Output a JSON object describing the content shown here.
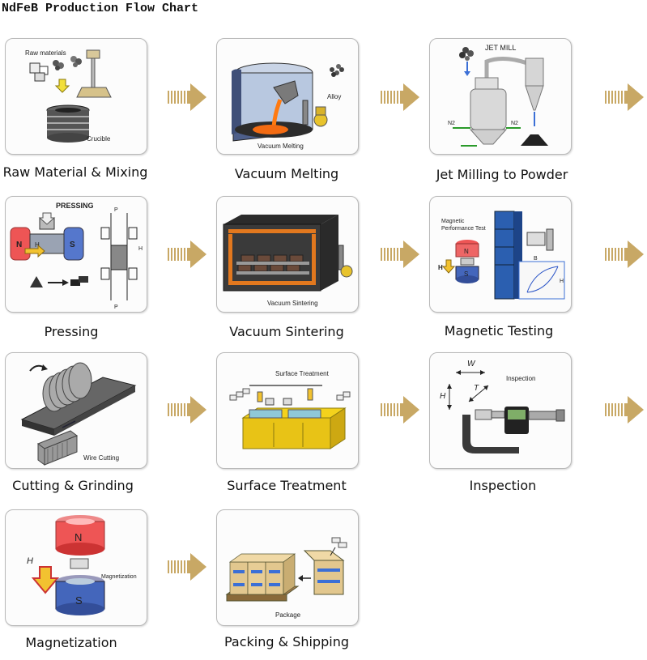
{
  "title": "NdFeB Production Flow Chart",
  "colors": {
    "arrow": "#c8a865",
    "card_border": "#b9b9b9"
  },
  "steps": [
    {
      "label": "Raw Material & Mixing",
      "card_texts": [
        "Raw materials",
        "Crucible"
      ]
    },
    {
      "label": "Vacuum Melting",
      "card_texts": [
        "Vacuum Melting",
        "Alloy"
      ]
    },
    {
      "label": "Jet Milling to Powder",
      "card_texts": [
        "JET MILL",
        "N2",
        "N2"
      ]
    },
    {
      "label": "Pressing",
      "card_texts": [
        "PRESSING",
        "N",
        "S",
        "H",
        "P",
        "P",
        "H"
      ]
    },
    {
      "label": "Vacuum Sintering",
      "card_texts": [
        "Vacuum Sintering"
      ]
    },
    {
      "label": "Magnetic Testing",
      "card_texts": [
        "Magnetic",
        "Performance Test",
        "N",
        "H",
        "S",
        "B",
        "H"
      ]
    },
    {
      "label": "Cutting & Grinding",
      "card_texts": [
        "Wire Cutting"
      ]
    },
    {
      "label": "Surface Treatment",
      "card_texts": [
        "Surface Treatment"
      ]
    },
    {
      "label": "Inspection",
      "card_texts": [
        "W",
        "Inspection",
        "H",
        "T"
      ]
    },
    {
      "label": "Magnetization",
      "card_texts": [
        "N",
        "H",
        "Magnetization",
        "S"
      ]
    },
    {
      "label": "Packing & Shipping",
      "card_texts": [
        "Package"
      ]
    }
  ]
}
